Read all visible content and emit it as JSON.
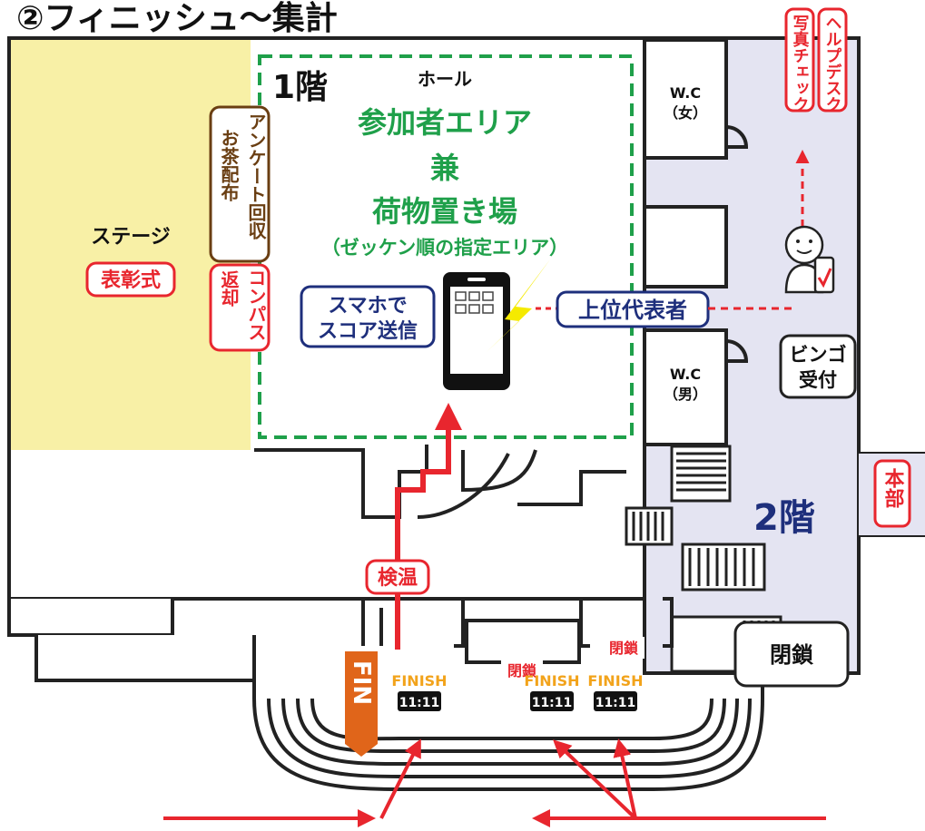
{
  "title": "②フィニッシュ～集計",
  "colors": {
    "stage": "#f8f0a6",
    "floor2": "#e4e4f2",
    "participant_green": "#1fa04a",
    "red": "#e8262e",
    "navy": "#1e2f7c",
    "brown": "#6a3e12",
    "fin_orange": "#e0651a",
    "finish_orange": "#f2a31b",
    "bolt_yellow": "#f5ea00"
  },
  "labels": {
    "floor1": "1階",
    "hall": "ホール",
    "area_line1": "参加者エリア",
    "area_line2": "兼",
    "area_line3": "荷物置き場",
    "area_note": "（ゼッケン順の指定エリア）",
    "stage": "ステージ",
    "awards": "表彰式",
    "survey": [
      "アンケート回収",
      "お茶配布"
    ],
    "compass": [
      "コンパス",
      "返却"
    ],
    "smartphone": [
      "スマホで",
      "スコア送信"
    ],
    "top_rep": "上位代表者",
    "wc_female": [
      "W.C",
      "（女）"
    ],
    "wc_male": [
      "W.C",
      "（男）"
    ],
    "photo_check": "写真チェック",
    "help_desk": "ヘルプデスク",
    "bingo": [
      "ビンゴ",
      "受付"
    ],
    "headquarters": "本部",
    "floor2": "2階",
    "temp_check": "検温",
    "closed": "閉鎖",
    "fin": "FIN",
    "finish": "FINISH",
    "time": "11:11"
  }
}
